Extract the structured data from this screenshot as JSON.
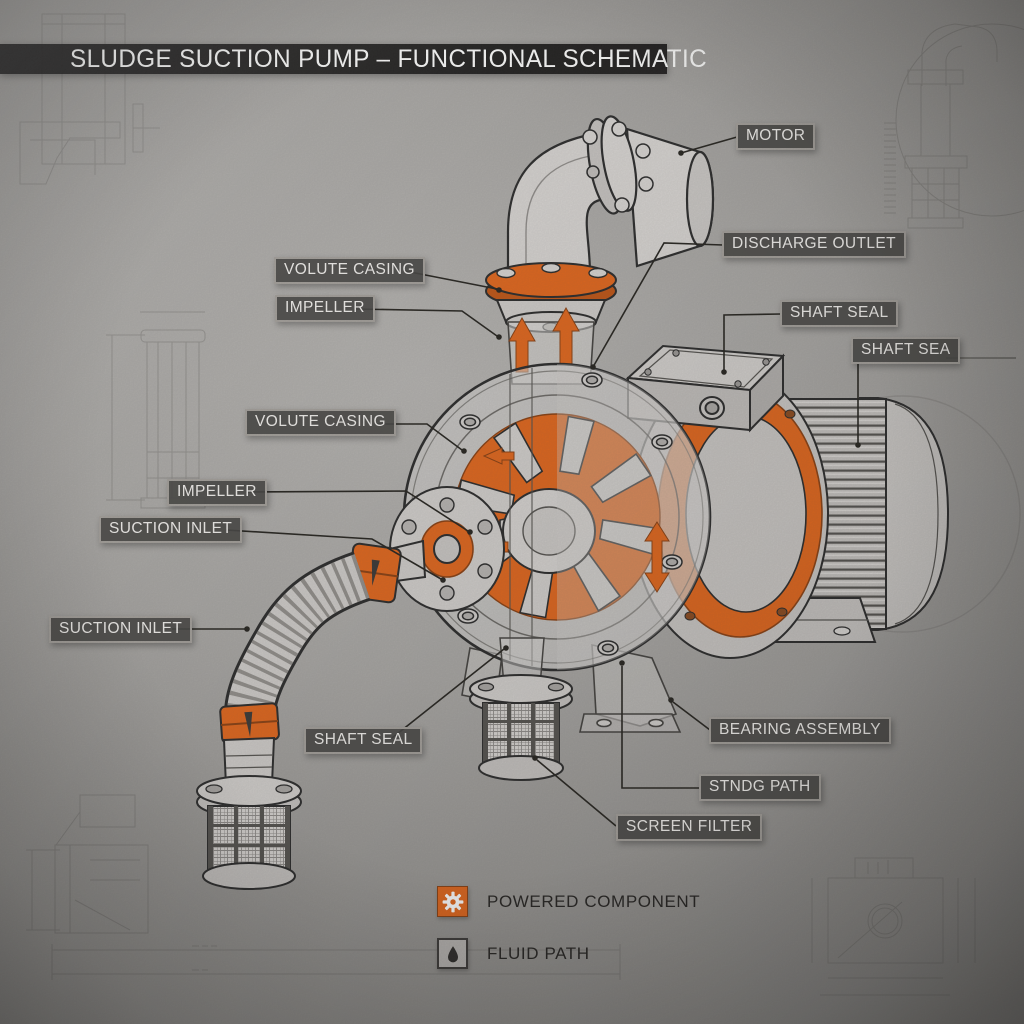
{
  "title": {
    "text": "SLUDGE SUCTION PUMP – FUNCTIONAL SCHEMATIC"
  },
  "labels": {
    "motor": "MOTOR",
    "discharge_outlet": "DISCHARGE OUTLET",
    "shaft_seal_right": "SHAFT SEAL",
    "shaft_sea_partial": "SHAFT SEA",
    "volute_casing_top": "VOLUTE CASING",
    "impeller_top": "IMPELLER",
    "volute_casing_mid": "VOLUTE CASING",
    "impeller_mid": "IMPELLER",
    "suction_inlet_top": "SUCTION INLET",
    "suction_inlet_left": "SUCTION INLET",
    "shaft_seal_lower": "SHAFT SEAL",
    "bearing_assembly": "BEARING ASSEMBLY",
    "stndg_path": "STNDG PATH",
    "screen_filter": "SCREEN FILTER"
  },
  "legend": {
    "powered": {
      "label": "POWERED COMPONENT",
      "icon": "gear-icon",
      "color": "#E0661C"
    },
    "fluid": {
      "label": "FLUID PATH",
      "icon": "droplet-icon",
      "color": "#2E2C2A"
    }
  },
  "colors": {
    "accent_orange": "#E0661C",
    "label_bg": "#464543",
    "label_border": "#A39F9A",
    "title_bg": "#171615",
    "text_light": "#F1EFEC",
    "text_dark": "#262422",
    "background_gray": "#A9A7A4",
    "line_dark": "#262420"
  }
}
